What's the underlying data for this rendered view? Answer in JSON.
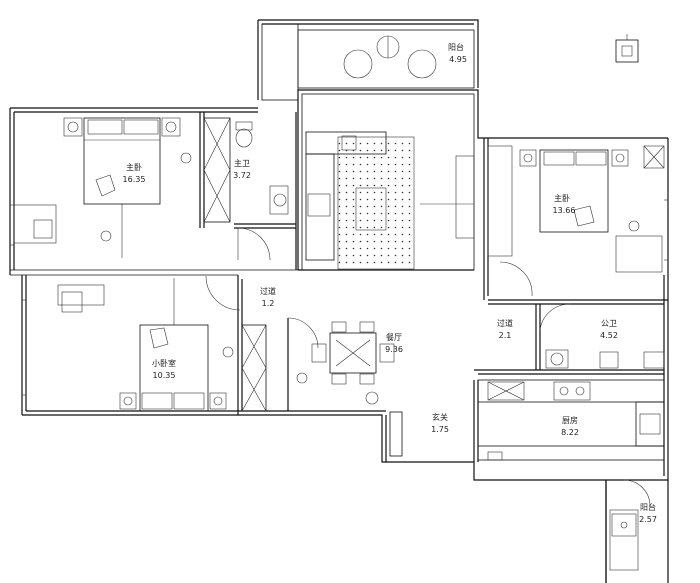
{
  "rooms": [
    {
      "id": "master-bedroom",
      "name": "主卧",
      "area": "16.35"
    },
    {
      "id": "master-bath",
      "name": "主卫",
      "area": "3.72"
    },
    {
      "id": "balcony",
      "name": "阳台",
      "area": "4.95"
    },
    {
      "id": "bedroom-right",
      "name": "主卧",
      "area": "13.66"
    },
    {
      "id": "hall",
      "name": "过道",
      "area": "1.2"
    },
    {
      "id": "small-bedroom",
      "name": "小卧室",
      "area": "10.35"
    },
    {
      "id": "dining",
      "name": "餐厅",
      "area": "9.36"
    },
    {
      "id": "corridor",
      "name": "过道",
      "area": "2.1"
    },
    {
      "id": "public-bath",
      "name": "公卫",
      "area": "4.52"
    },
    {
      "id": "foyer",
      "name": "玄关",
      "area": "1.75"
    },
    {
      "id": "kitchen",
      "name": "厨房",
      "area": "8.22"
    },
    {
      "id": "utility-balcony",
      "name": "阳台",
      "area": "2.57"
    }
  ],
  "icons": [
    "compass-icon",
    "bed-icon",
    "sofa-icon",
    "dining-table-icon",
    "stove-icon",
    "sink-icon",
    "toilet-icon",
    "armchair-icon",
    "door-swing-icon",
    "wardrobe-icon"
  ]
}
